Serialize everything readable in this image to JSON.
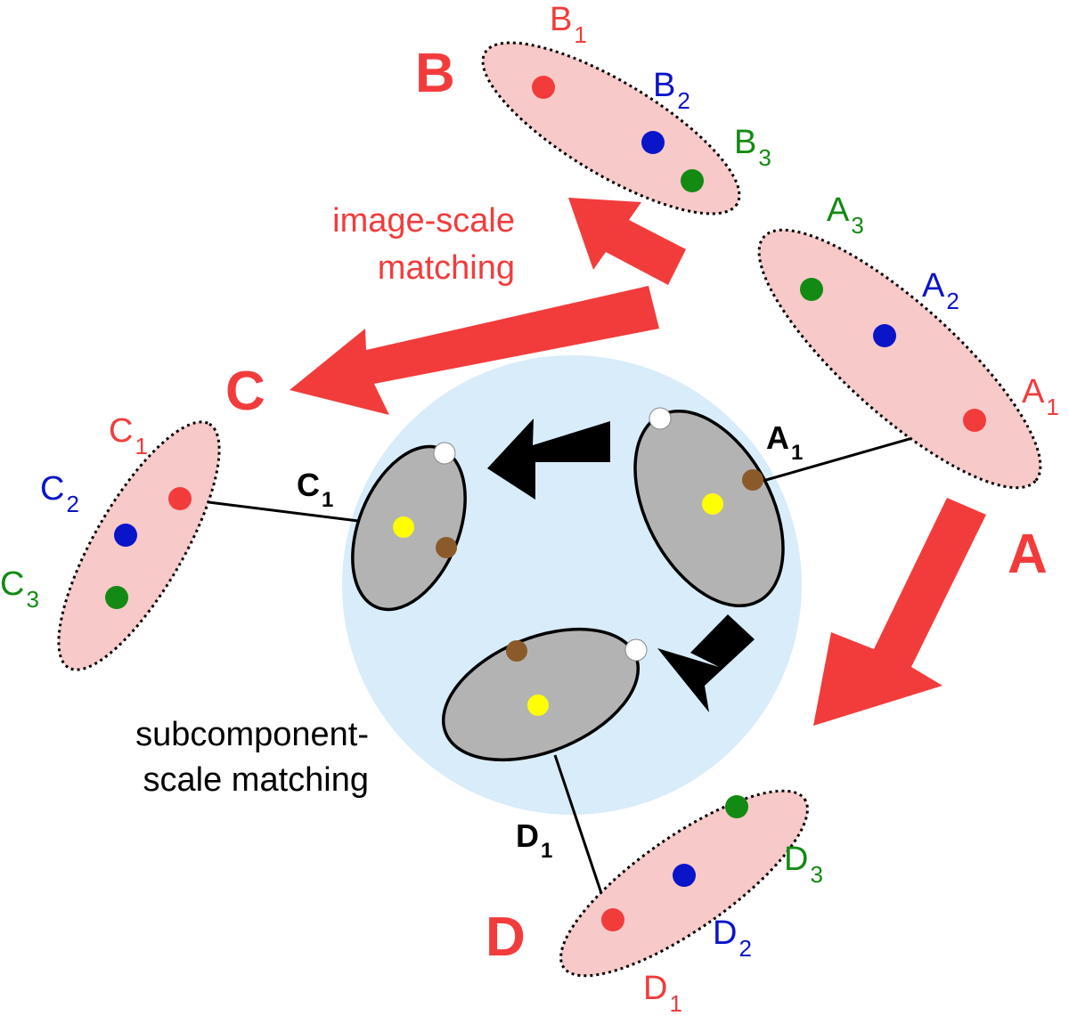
{
  "colors": {
    "red": "#f23c3c",
    "blue": "#0a14c8",
    "green": "#138a13",
    "pink_fill": "#f7c9c9",
    "light_blue": "#d8ecfa",
    "gray": "#b3b3b3",
    "yellow": "#ffff00",
    "brown": "#8b5a2b",
    "black": "#000000"
  },
  "groups": {
    "A": {
      "label": "A",
      "p1": "A",
      "p1_sub": "1",
      "p2": "A",
      "p2_sub": "2",
      "p3": "A",
      "p3_sub": "3"
    },
    "B": {
      "label": "B",
      "p1": "B",
      "p1_sub": "1",
      "p2": "B",
      "p2_sub": "2",
      "p3": "B",
      "p3_sub": "3"
    },
    "C": {
      "label": "C",
      "p1": "C",
      "p1_sub": "1",
      "p2": "C",
      "p2_sub": "2",
      "p3": "C",
      "p3_sub": "3"
    },
    "D": {
      "label": "D",
      "p1": "D",
      "p1_sub": "1",
      "p2": "D",
      "p2_sub": "2",
      "p3": "D",
      "p3_sub": "3"
    }
  },
  "subcomponents": {
    "A1": {
      "main": "A",
      "sub": "1"
    },
    "C1": {
      "main": "C",
      "sub": "1"
    },
    "D1": {
      "main": "D",
      "sub": "1"
    }
  },
  "captions": {
    "image_scale_line1": "image-scale",
    "image_scale_line2": "matching",
    "subcomponent_line1": "subcomponent-",
    "subcomponent_line2": "scale matching"
  }
}
